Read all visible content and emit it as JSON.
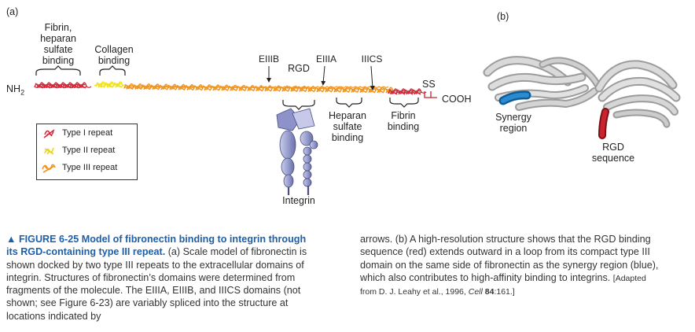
{
  "panel_a": {
    "panel_label": "(a)",
    "nh2": "NH",
    "nh2_sub": "2",
    "fibrin_heparan_label": "Fibrin,\nheparan\nsulfate\nbinding",
    "collagen_label": "Collagen\nbinding",
    "eiiib_label": "EIIIB",
    "eiiia_label": "EIIIA",
    "iiics_label": "IIICS",
    "rgd_label": "RGD",
    "ss_label": "SS",
    "cooh_label": "COOH",
    "heparan_label": "Heparan\nsulfate\nbinding",
    "fibrin_label": "Fibrin\nbinding",
    "integrin_label": "Integrin",
    "legend": {
      "type1": "Type I repeat",
      "type2": "Type II repeat",
      "type3": "Type III repeat"
    },
    "colors": {
      "type1": "#d42a3a",
      "type2": "#f2e21a",
      "type3": "#f09520",
      "integrin": "#9aa0cf"
    }
  },
  "panel_b": {
    "panel_label": "(b)",
    "synergy_label": "Synergy\nregion",
    "rgd_seq_label": "RGD\nsequence",
    "colors": {
      "ribbon": "#c8c8c8",
      "synergy": "#1e7bbf",
      "rgd": "#c4242c"
    }
  },
  "caption": {
    "marker": "▲",
    "title": "FIGURE 6-25 Model of fibronectin binding to integrin through its RGD-containing type III repeat.",
    "body_1": " (a) Scale model of fibronectin is shown docked by two type III repeats to the extracellular domains of integrin. Structures of fibronectin’s domains were determined from fragments of the molecule. The EIIIA, EIIIB, and IIICS domains (not shown; see Figure 6-23) are variably spliced into the structure at locations indicated by",
    "body_2": "arrows. (b) A high-resolution structure shows that the RGD binding sequence (red) extends outward in a loop from its compact type III domain on the same side of fibronectin as the synergy region (blue), which also contributes to high-affinity binding to integrins. ",
    "ref_pre": "[Adapted from D. J. Leahy et al., 1996, ",
    "ref_journal": "Cell",
    "ref_vol": "84",
    "ref_post": ":161.]"
  }
}
